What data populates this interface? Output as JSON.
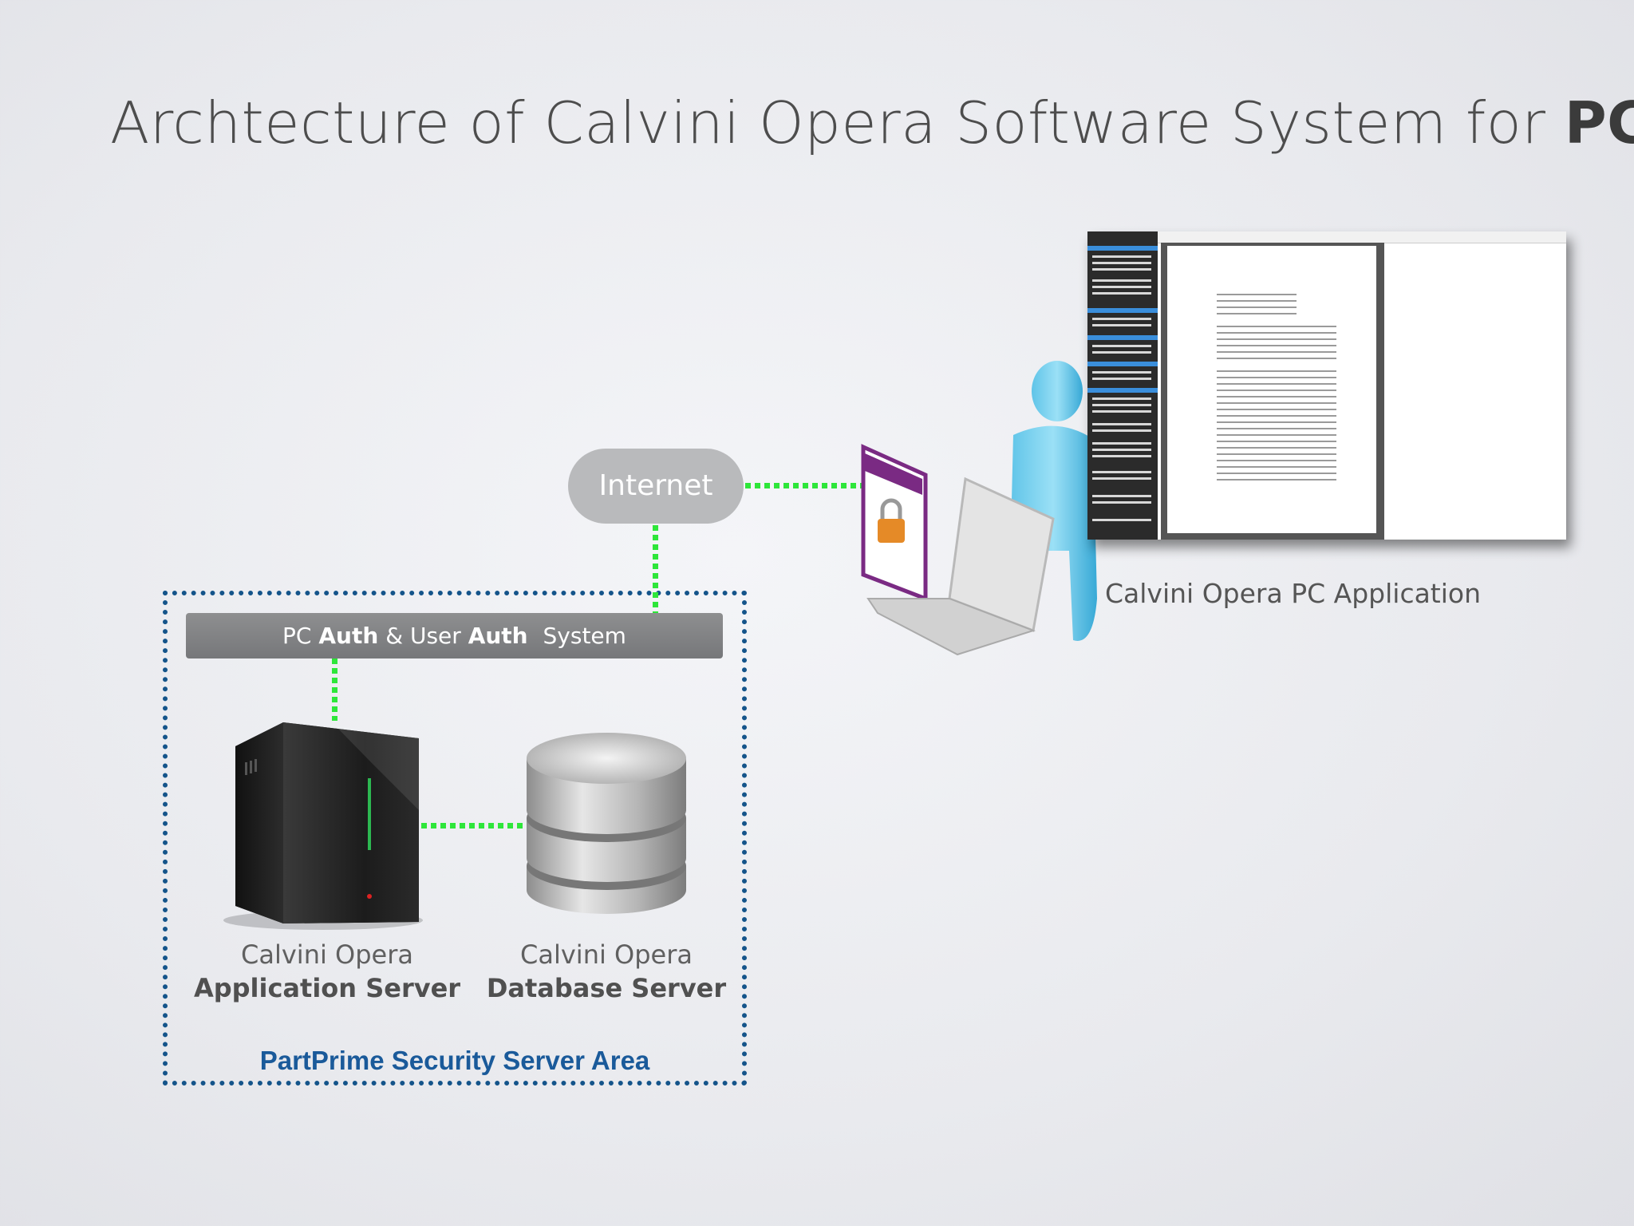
{
  "title": {
    "text": "Archtecture of Calvini Opera Software System for",
    "bold": "PC"
  },
  "internet": {
    "label": "Internet"
  },
  "auth_bar": {
    "part1": "PC",
    "part2": "Auth",
    "part3": "& User",
    "part4": "Auth",
    "part5": "System"
  },
  "app_server": {
    "line1": "Calvini Opera",
    "line2": "Application Server"
  },
  "db_server": {
    "line1": "Calvini Opera",
    "line2": "Database Server"
  },
  "security_zone": {
    "label": "PartPrime Security Server Area"
  },
  "pc_app": {
    "label": "Calvini Opera  PC Application"
  },
  "colors": {
    "link": "#2ee63a",
    "zone_border": "#14548a",
    "zone_label": "#1a5a9a",
    "internet_bg": "#b9babc",
    "auth_bg": "#808184"
  }
}
